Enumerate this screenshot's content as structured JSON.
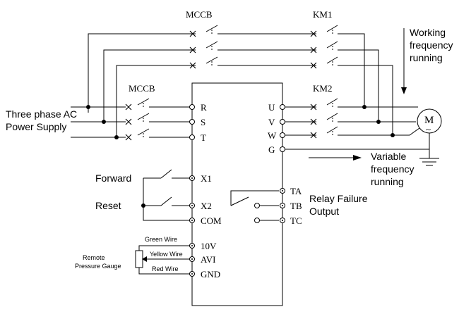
{
  "labels": {
    "mccb_top": "MCCB",
    "km1": "KM1",
    "mccb_left": "MCCB",
    "km2": "KM2",
    "power_line1": "Three phase AC",
    "power_line2": "Power Supply",
    "working_line1": "Working",
    "working_line2": "frequency",
    "working_line3": "running",
    "variable_line1": "Variable",
    "variable_line2": "frequency",
    "variable_line3": "running",
    "forward": "Forward",
    "reset": "Reset",
    "relay_line1": "Relay Failure",
    "relay_line2": "Output",
    "green_wire": "Green Wire",
    "yellow_wire": "Yellow Wire",
    "red_wire": "Red Wire",
    "remote_line1": "Remote",
    "remote_line2": "Pressure Gauge",
    "motor": "M",
    "motor_ac": "~"
  },
  "terminals_left": [
    "R",
    "S",
    "T",
    "X1",
    "X2",
    "COM",
    "10V",
    "AVI",
    "GND"
  ],
  "terminals_right": [
    "U",
    "V",
    "W",
    "G",
    "TA",
    "TB",
    "TC"
  ]
}
